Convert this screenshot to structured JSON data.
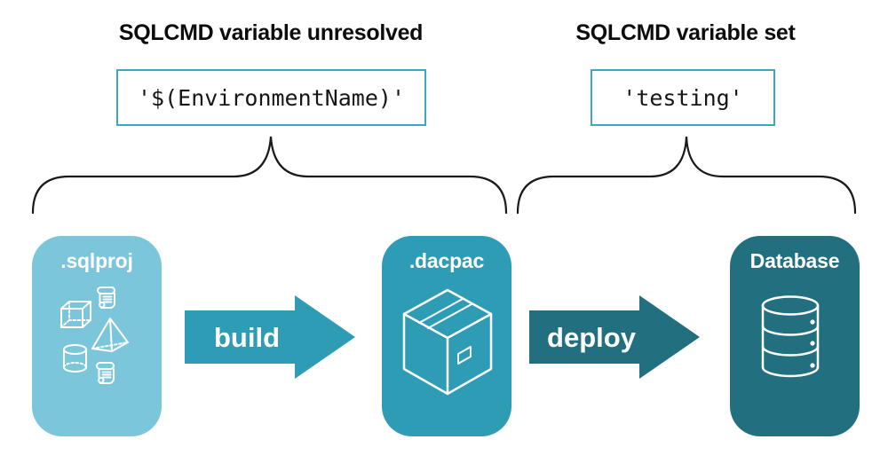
{
  "annotations": {
    "unresolved": {
      "heading": "SQLCMD variable unresolved",
      "code": "'$(EnvironmentName)'"
    },
    "set": {
      "heading": "SQLCMD variable set",
      "code": "'testing'"
    }
  },
  "pipeline": {
    "stages": [
      {
        "label": ".sqlproj",
        "color": "#7bc6da",
        "icon": "sql-objects-icon"
      },
      {
        "label": ".dacpac",
        "color": "#2e9cb5",
        "icon": "package-box-icon"
      },
      {
        "label": "Database",
        "color": "#226f80",
        "icon": "database-cylinder-icon"
      }
    ],
    "arrows": [
      {
        "label": "build",
        "color": "#2e9cb5"
      },
      {
        "label": "deploy",
        "color": "#226f80"
      }
    ]
  },
  "colors": {
    "background": "#ffffff",
    "heading_text": "#0d0d0d",
    "code_text": "#161616",
    "code_box_border": "#3aa8c4",
    "brace_stroke": "#1a1a1a",
    "icon_stroke": "#ffffff"
  }
}
